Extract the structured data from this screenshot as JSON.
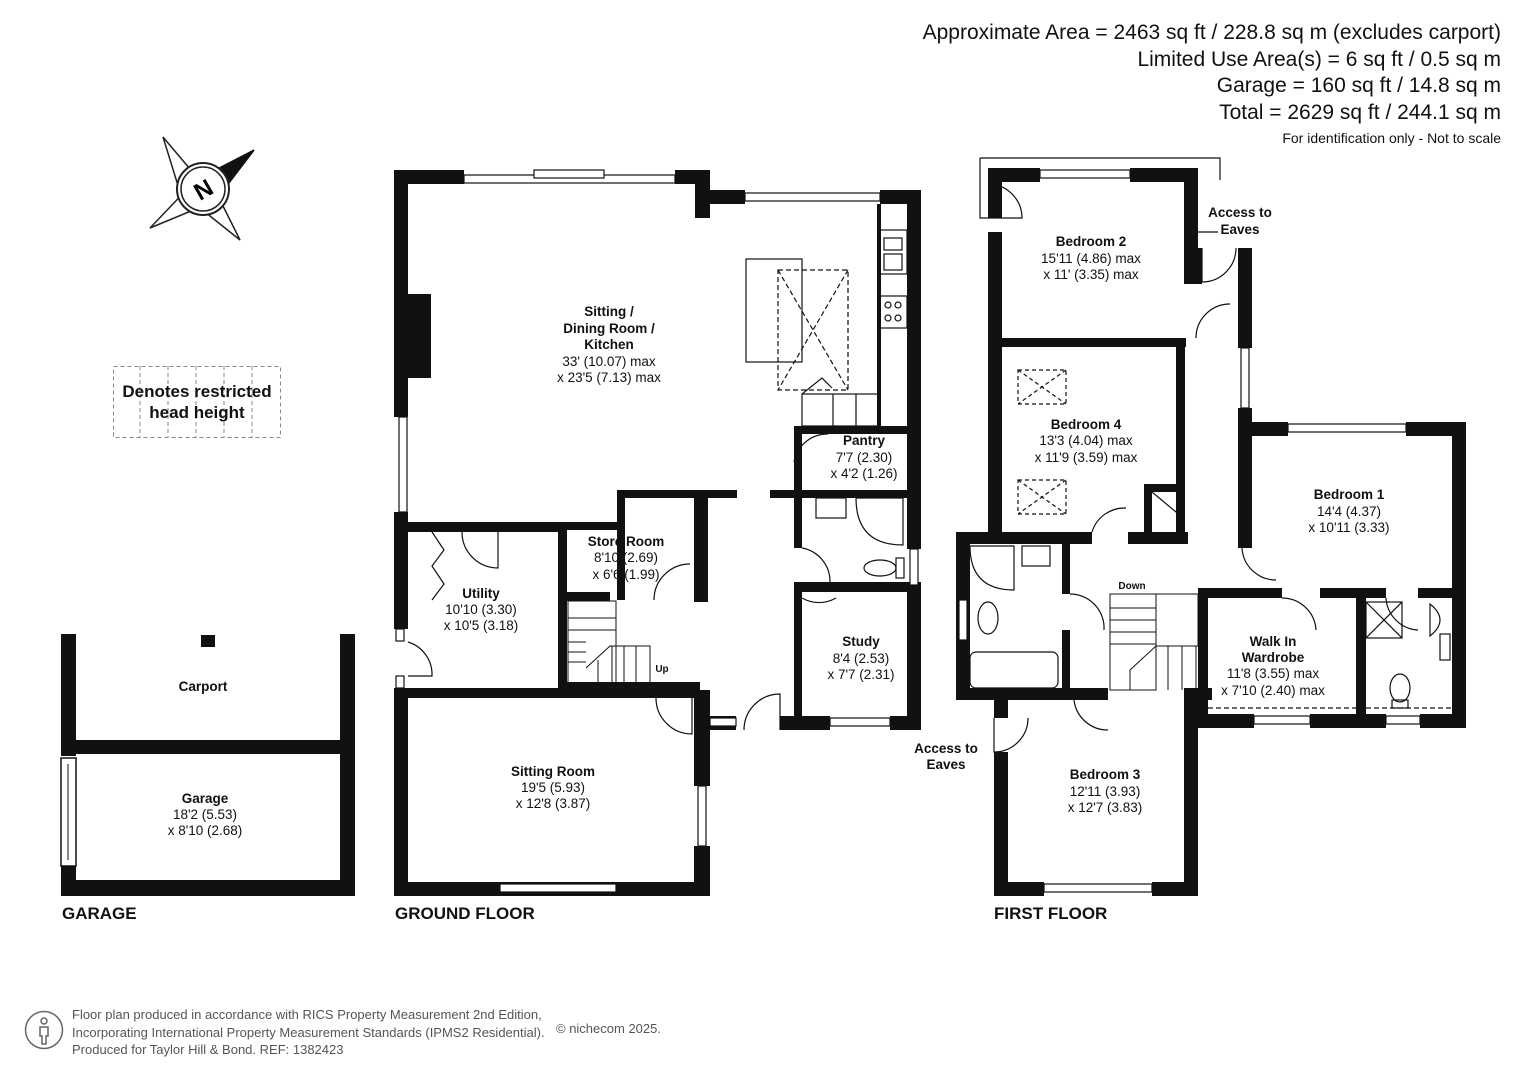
{
  "header": {
    "lines": [
      "Approximate Area = 2463 sq ft / 228.8 sq m (excludes carport)",
      "Limited Use Area(s) = 6 sq ft / 0.5 sq m",
      "Garage = 160 sq ft / 14.8 sq m",
      "Total = 2629 sq ft / 244.1 sq m"
    ],
    "note": "For identification only - Not to scale"
  },
  "compass": {
    "letter": "N",
    "icon": "compass-rose-icon"
  },
  "legend": {
    "line1": "Denotes restricted",
    "line2": "head height"
  },
  "floors": {
    "garage": "GARAGE",
    "ground": "GROUND FLOOR",
    "first": "FIRST FLOOR"
  },
  "rooms": {
    "sitting_dining_kitchen": {
      "l1": "Sitting /",
      "l2": "Dining Room /",
      "l3": "Kitchen",
      "d1": "33' (10.07) max",
      "d2": "x 23'5 (7.13) max"
    },
    "pantry": {
      "l1": "Pantry",
      "d1": "7'7 (2.30)",
      "d2": "x 4'2 (1.26)"
    },
    "store_room": {
      "l1": "Store Room",
      "d1": "8'10 (2.69)",
      "d2": "x 6'6 (1.99)"
    },
    "utility": {
      "l1": "Utility",
      "d1": "10'10 (3.30)",
      "d2": "x 10'5 (3.18)"
    },
    "study": {
      "l1": "Study",
      "d1": "8'4 (2.53)",
      "d2": "x 7'7 (2.31)"
    },
    "sitting_room": {
      "l1": "Sitting Room",
      "d1": "19'5 (5.93)",
      "d2": "x 12'8 (3.87)"
    },
    "carport": {
      "l1": "Carport"
    },
    "garage": {
      "l1": "Garage",
      "d1": "18'2 (5.53)",
      "d2": "x 8'10 (2.68)"
    },
    "bedroom2": {
      "l1": "Bedroom 2",
      "d1": "15'11 (4.86) max",
      "d2": "x 11' (3.35) max"
    },
    "bedroom4": {
      "l1": "Bedroom 4",
      "d1": "13'3 (4.04) max",
      "d2": "x 11'9 (3.59) max"
    },
    "bedroom1": {
      "l1": "Bedroom 1",
      "d1": "14'4 (4.37)",
      "d2": "x 10'11 (3.33)"
    },
    "walk_in_wardrobe": {
      "l1": "Walk In",
      "l2": "Wardrobe",
      "d1": "11'8 (3.55) max",
      "d2": "x 7'10 (2.40) max"
    },
    "bedroom3": {
      "l1": "Bedroom 3",
      "d1": "12'11 (3.93)",
      "d2": "x 12'7 (3.83)"
    }
  },
  "labels": {
    "up": "Up",
    "down": "Down",
    "eaves_top_1": "Access to",
    "eaves_top_2": "Eaves",
    "eaves_side_1": "Access to",
    "eaves_side_2": "Eaves"
  },
  "footer": {
    "line1": "Floor plan produced in accordance with RICS Property Measurement 2nd Edition,",
    "line2": "Incorporating International Property Measurement Standards (IPMS2 Residential).",
    "line3": "Produced for Taylor Hill & Bond.   REF:  1382423",
    "copyright": "© nichecom 2025."
  },
  "colors": {
    "wall": "#111111",
    "text": "#111111",
    "muted": "#555555",
    "dashed": "#888888"
  }
}
